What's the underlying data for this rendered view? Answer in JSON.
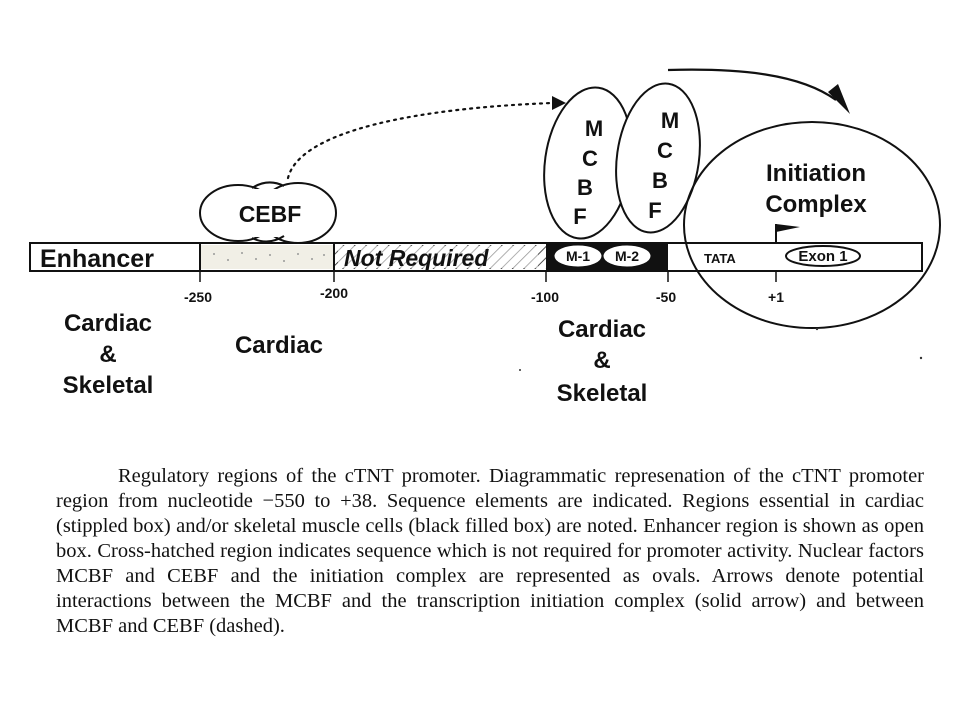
{
  "diagram": {
    "segments": {
      "enhancer": "Enhancer",
      "not_required": "Not Required",
      "m1": "M-1",
      "m2": "M-2",
      "tata": "TATA",
      "exon": "Exon 1"
    },
    "factors": {
      "cebf": "CEBF",
      "mcbf_letters": [
        "M",
        "C",
        "B",
        "F"
      ],
      "initiation_line1": "Initiation",
      "initiation_line2": "Complex"
    },
    "ticks": {
      "t250": "-250",
      "t200": "-200",
      "t100": "-100",
      "t50": "-50",
      "t1": "+1"
    },
    "activity": {
      "left_line1": "Cardiac",
      "left_line2": "&",
      "left_line3": "Skeletal",
      "middle": "Cardiac",
      "right_line1": "Cardiac",
      "right_line2": "&",
      "right_line3": "Skeletal"
    }
  },
  "caption": "Regulatory regions of the cTNT promoter. Diagrammatic represenation of the cTNT promoter region from nucleotide −550 to +38. Sequence elements are indicated. Regions essential in cardiac (stippled box) and/or skeletal muscle cells (black filled box) are noted. Enhancer region is shown as open box. Cross-hatched region indicates sequence which is not required for promoter activity. Nuclear factors MCBF and CEBF and the initiation complex are represented as ovals. Arrows denote potential interactions between the MCBF and the transcription initiation complex (solid arrow) and between MCBF and CEBF (dashed)."
}
